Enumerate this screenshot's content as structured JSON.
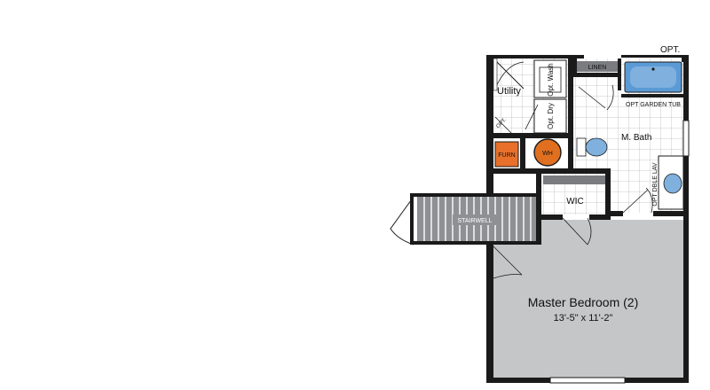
{
  "rooms": {
    "utility": "Utility",
    "opt_wash": "Opt. Wash",
    "opt_dry": "Opt. Dry",
    "opt_small": "OPT.",
    "linen": "LINEN",
    "opt_top": "OPT.",
    "opt_garden_tub": "OPT GARDEN TUB",
    "m_bath": "M. Bath",
    "furn": "FURN",
    "wh": "WH",
    "opt_dble_lav": "OPT DBLE LAV",
    "wic": "WIC",
    "stairwell": "STAIRWELL",
    "master_bedroom": "Master Bedroom (2)",
    "master_dims": "13'-5\" x 11'-2\""
  },
  "colors": {
    "wall": "#1a1a1a",
    "bedroom_floor": "#c5c6c8",
    "tile_line": "#b9bbbd",
    "stair_fill": "#8e9093",
    "furnace": "#e8702a",
    "water_heater": "#e0701f",
    "tub": "#5b9bd5",
    "fixture": "#7fb0de",
    "shelf": "#7a7c7f"
  }
}
